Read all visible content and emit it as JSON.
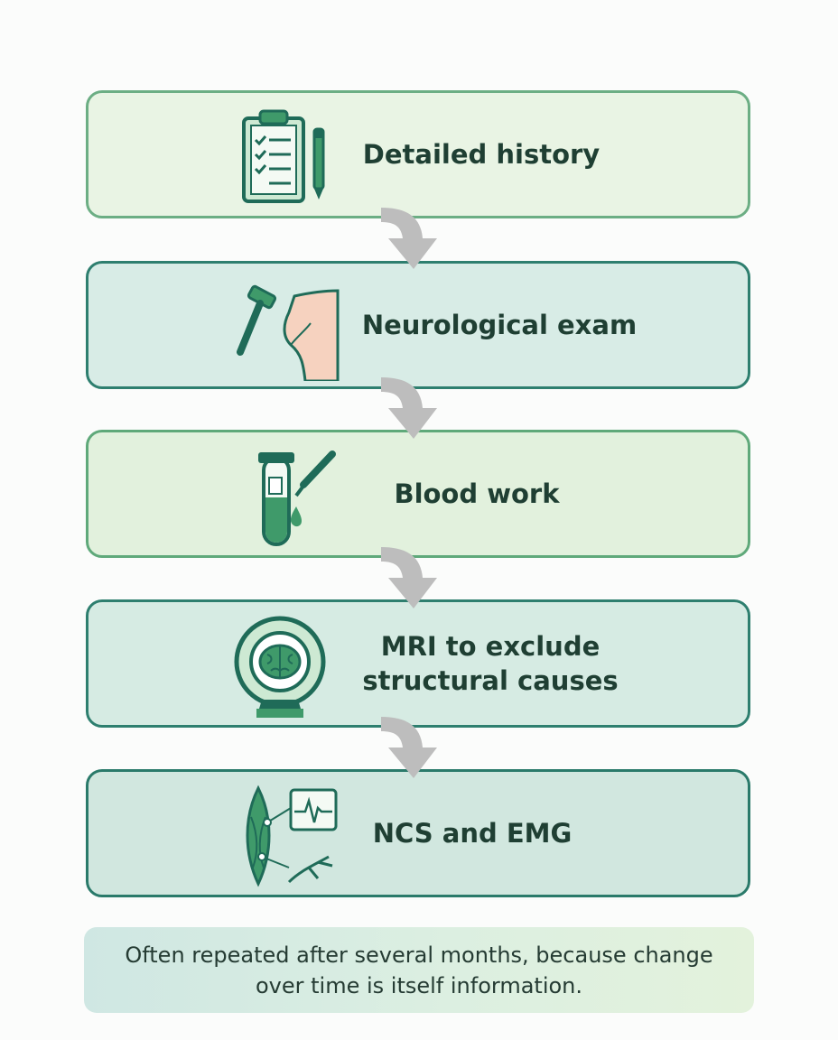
{
  "steps": [
    {
      "label": "Detailed history",
      "icon": "clipboard-checklist-icon"
    },
    {
      "label": "Neurological exam",
      "icon": "reflex-hammer-knee-icon"
    },
    {
      "label": "Blood work",
      "icon": "test-tube-dropper-icon"
    },
    {
      "label": "MRI to exclude structural causes",
      "icon": "mri-scanner-brain-icon"
    },
    {
      "label": "NCS and EMG",
      "icon": "muscle-nerve-emg-icon"
    }
  ],
  "note": "Often repeated after several months, because change over time is itself information.",
  "colors": {
    "dark_green": "#1f6b58",
    "mid_green": "#3f9a6a",
    "light_green": "#b6dfc0",
    "arrow_gray": "#bdbdbd",
    "text": "#1f3f33"
  }
}
